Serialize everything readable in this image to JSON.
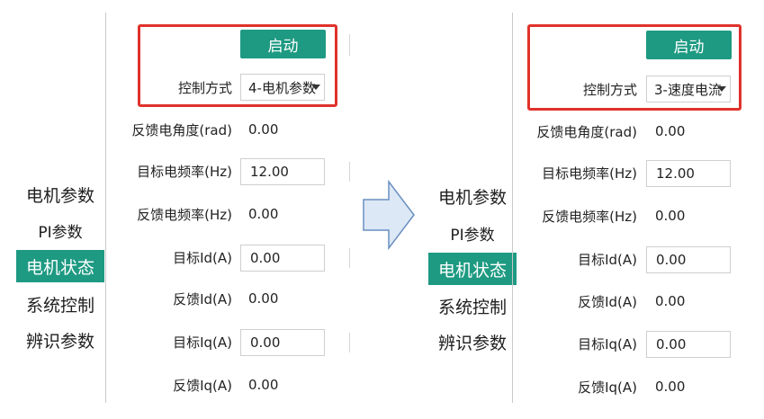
{
  "colors": {
    "accent": "#1e9a82",
    "highlight": "#e0322b",
    "arrow_fill": "#dce8f6",
    "arrow_stroke": "#6a8fc0"
  },
  "nav": {
    "items": [
      {
        "label": "电机参数"
      },
      {
        "label": "PI参数"
      },
      {
        "label": "电机状态",
        "active": true
      },
      {
        "label": "系统控制"
      },
      {
        "label": "辨识参数"
      }
    ]
  },
  "controls": {
    "start_label": "启动",
    "control_mode_label": "控制方式"
  },
  "fields": {
    "feedback_angle_label": "反馈电角度(rad)",
    "target_freq_label": "目标电频率(Hz)",
    "feedback_freq_label": "反馈电频率(Hz)",
    "target_id_label": "目标Id(A)",
    "feedback_id_label": "反馈Id(A)",
    "target_iq_label": "目标Iq(A)",
    "feedback_iq_label": "反馈Iq(A)"
  },
  "before": {
    "control_mode_value": "4-电机参数",
    "feedback_angle": "0.00",
    "target_freq": "12.00",
    "feedback_freq": "0.00",
    "target_id": "0.00",
    "feedback_id": "0.00",
    "target_iq": "0.00",
    "feedback_iq": "0.00"
  },
  "after": {
    "control_mode_value": "3-速度电流",
    "feedback_angle": "0.00",
    "target_freq": "12.00",
    "feedback_freq": "0.00",
    "target_id": "0.00",
    "feedback_id": "0.00",
    "target_iq": "0.00",
    "feedback_iq": "0.00"
  }
}
